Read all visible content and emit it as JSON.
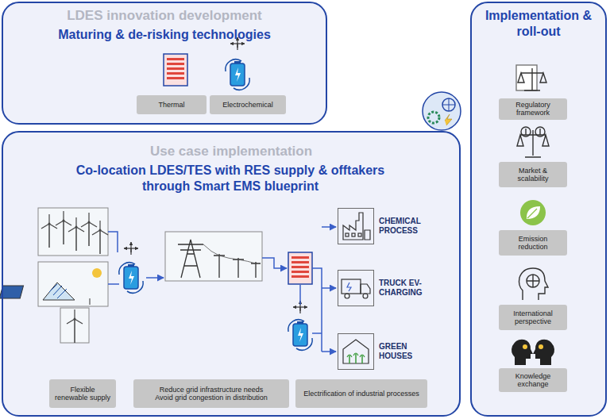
{
  "diagram": {
    "nodes": [
      {
        "text": [
          "LDES innovation development",
          "Maturing & de-risking technologies"
        ]
      },
      {
        "text": [
          "Thermal"
        ],
        "in": 0
      },
      {
        "text": [
          "Electrochemical"
        ],
        "in": 0
      },
      {
        "text": [
          "Use case implementation",
          "Co-location LDES/TES with RES supply & offtakers through Smart EMS blueprint"
        ]
      },
      {
        "text": [
          "CHEMICAL PROCESS"
        ],
        "in": 3
      },
      {
        "text": [
          "TRUCK EV-CHARGING"
        ],
        "in": 3
      },
      {
        "text": [
          "GREEN HOUSES"
        ],
        "in": 3
      },
      {
        "text": [
          "Flexible renewable supply"
        ],
        "in": 3
      },
      {
        "text": [
          "Reduce grid infrastructure needs",
          "Avoid grid congestion in distribution"
        ],
        "in": 3
      },
      {
        "text": [
          "Electrification of industrial processes"
        ],
        "in": 3
      },
      {
        "text": [
          "Implementation & roll-out"
        ]
      },
      {
        "text": [
          "Regulatory framework"
        ],
        "in": 10
      },
      {
        "text": [
          "Market & scalability"
        ],
        "in": 10
      },
      {
        "text": [
          "Emission reduction"
        ],
        "in": 10
      },
      {
        "text": [
          "International perspective"
        ],
        "in": 10
      },
      {
        "text": [
          "Knowledge exchange"
        ],
        "in": 10
      }
    ]
  }
}
